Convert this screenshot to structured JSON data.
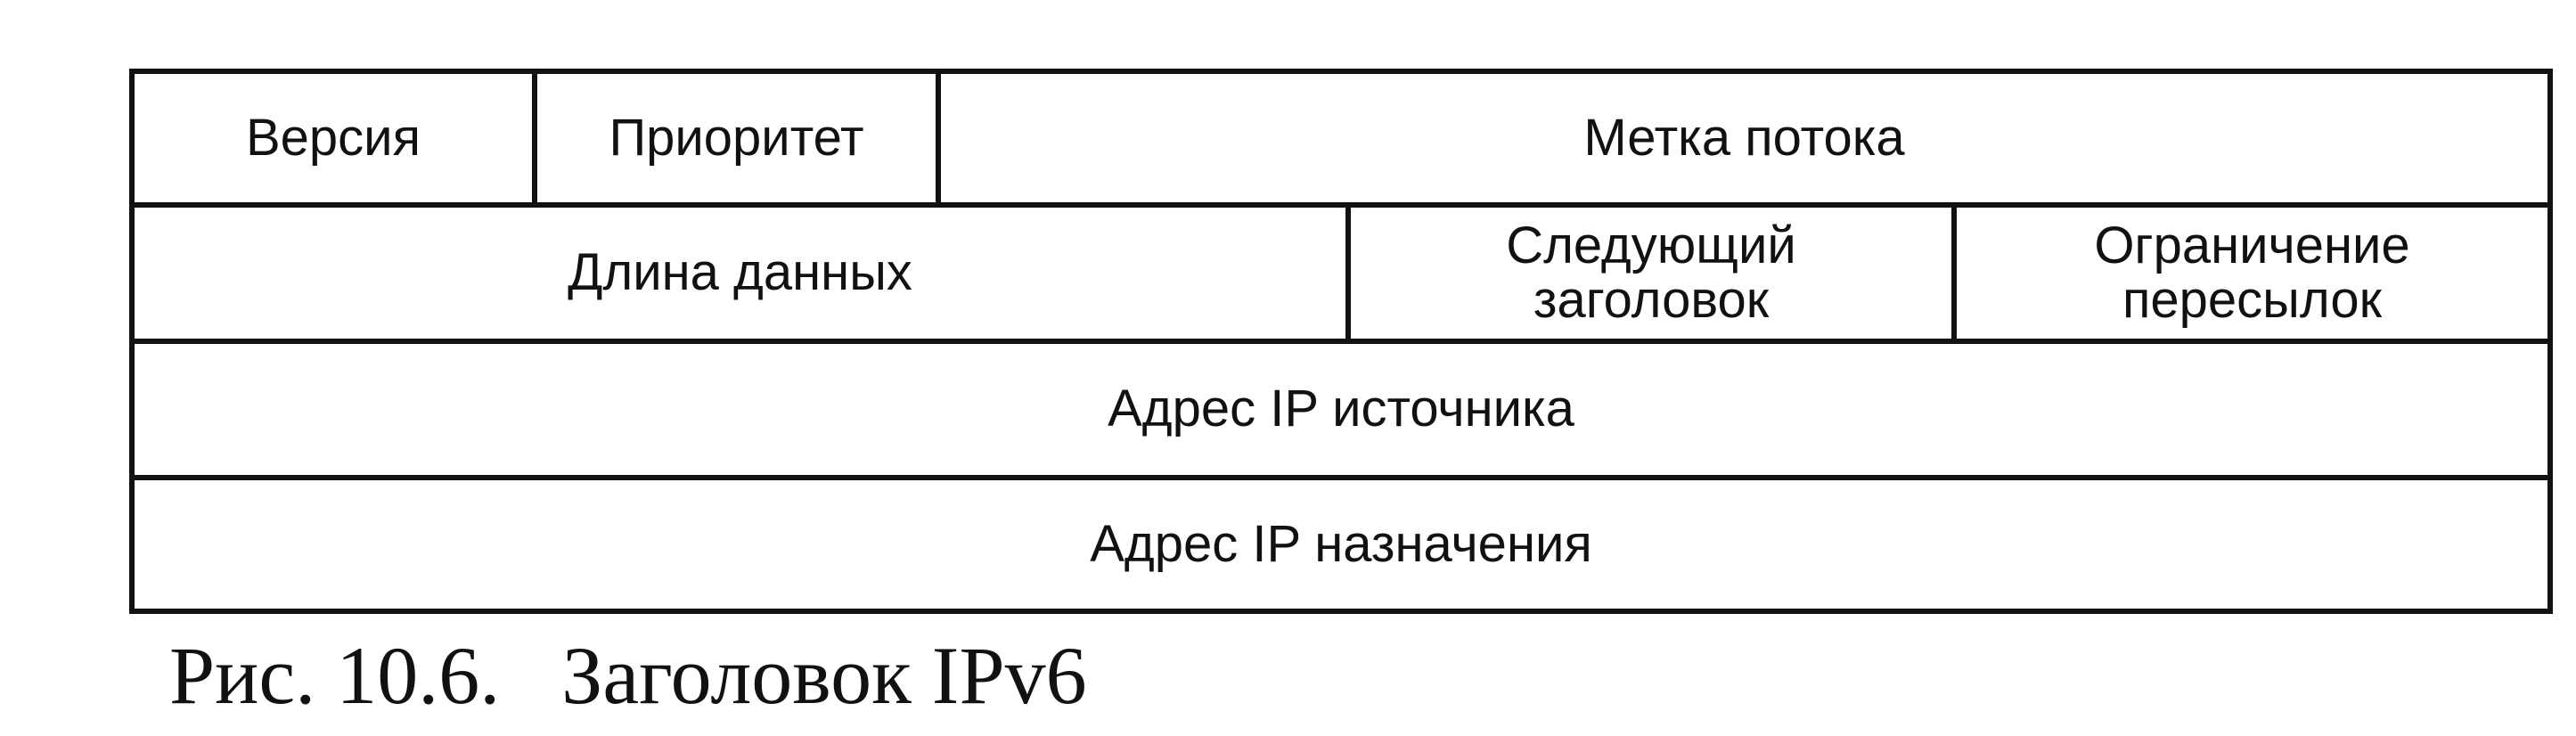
{
  "diagram": {
    "rows": [
      {
        "cells": [
          {
            "label": "Версия"
          },
          {
            "label": "Приоритет"
          },
          {
            "label": "Метка потока"
          }
        ]
      },
      {
        "cells": [
          {
            "label": "Длина данных"
          },
          {
            "label": "Следующий\nзаголовок"
          },
          {
            "label": "Ограничение\nпересылок"
          }
        ]
      },
      {
        "cells": [
          {
            "label": "Адрес IP источника"
          }
        ]
      },
      {
        "cells": [
          {
            "label": "Адрес IP назначения"
          }
        ]
      }
    ]
  },
  "caption": {
    "number": "Рис. 10.6.",
    "title": "Заголовок IPv6"
  }
}
